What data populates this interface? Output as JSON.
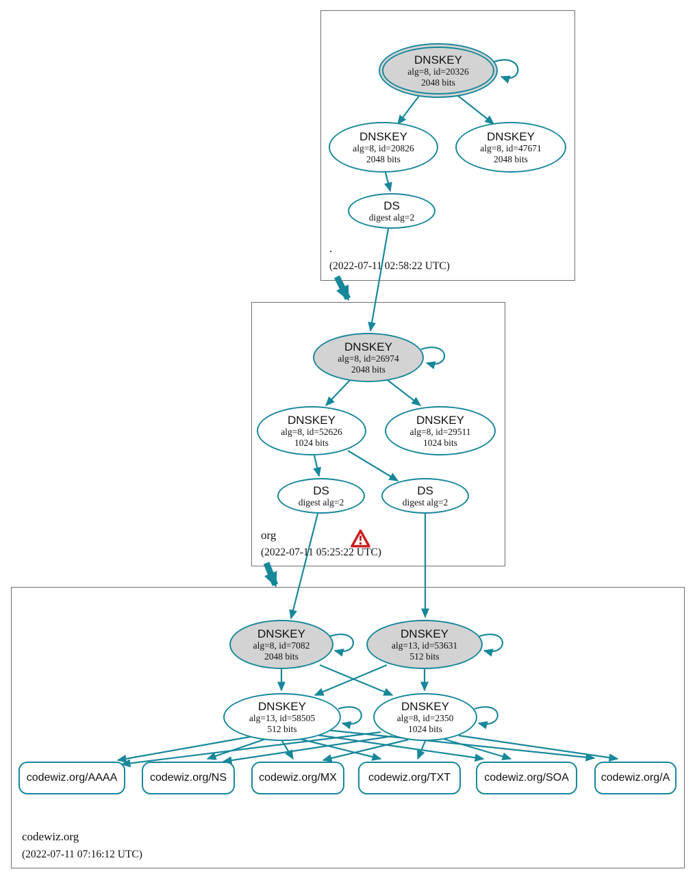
{
  "colors": {
    "edge": "#17879a",
    "ksk_fill": "#d3d3d3",
    "zone_border": "#6e6e6e",
    "warning_red": "#cc1f1f"
  },
  "zones": [
    {
      "name": ".",
      "timestamp": "(2022-07-11 02:58:22 UTC)",
      "nodes": [
        {
          "title": "DNSKEY",
          "detail": "alg=8, id=20326",
          "bits": "2048 bits"
        },
        {
          "title": "DNSKEY",
          "detail": "alg=8, id=20826",
          "bits": "2048 bits"
        },
        {
          "title": "DNSKEY",
          "detail": "alg=8, id=47671",
          "bits": "2048 bits"
        },
        {
          "title": "DS",
          "detail": "digest alg=2"
        }
      ]
    },
    {
      "name": "org",
      "timestamp": "(2022-07-11 05:25:22 UTC)",
      "has_warning": true,
      "nodes": [
        {
          "title": "DNSKEY",
          "detail": "alg=8, id=26974",
          "bits": "2048 bits"
        },
        {
          "title": "DNSKEY",
          "detail": "alg=8, id=52626",
          "bits": "1024 bits"
        },
        {
          "title": "DNSKEY",
          "detail": "alg=8, id=29511",
          "bits": "1024 bits"
        },
        {
          "title": "DS",
          "detail": "digest alg=2"
        },
        {
          "title": "DS",
          "detail": "digest alg=2"
        }
      ]
    },
    {
      "name": "codewiz.org",
      "timestamp": "(2022-07-11 07:16:12 UTC)",
      "nodes": [
        {
          "title": "DNSKEY",
          "detail": "alg=8, id=7082",
          "bits": "2048 bits"
        },
        {
          "title": "DNSKEY",
          "detail": "alg=13, id=53631",
          "bits": "512 bits"
        },
        {
          "title": "DNSKEY",
          "detail": "alg=13, id=58505",
          "bits": "512 bits"
        },
        {
          "title": "DNSKEY",
          "detail": "alg=8, id=2350",
          "bits": "1024 bits"
        }
      ],
      "rrsets": [
        "codewiz.org/AAAA",
        "codewiz.org/NS",
        "codewiz.org/MX",
        "codewiz.org/TXT",
        "codewiz.org/SOA",
        "codewiz.org/A"
      ]
    }
  ]
}
